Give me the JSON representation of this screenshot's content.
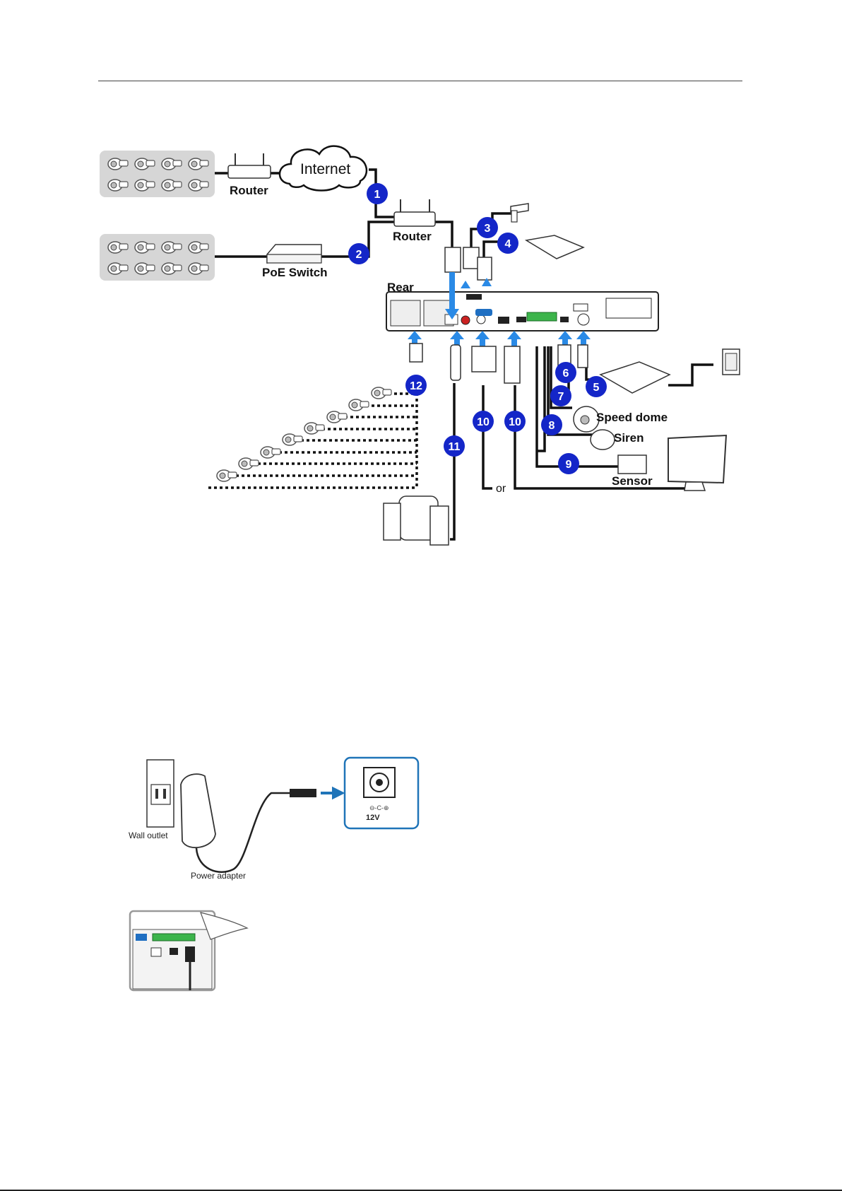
{
  "diagram": {
    "internet": "Internet",
    "router_remote": "Router",
    "router_local": "Router",
    "poe_switch": "PoE Switch",
    "rear": "Rear",
    "speed_dome": "Speed dome",
    "siren": "Siren",
    "sensor": "Sensor",
    "or": "or",
    "badges": [
      "1",
      "2",
      "3",
      "4",
      "5",
      "6",
      "7",
      "8",
      "9",
      "10",
      "10",
      "11",
      "12"
    ]
  },
  "power": {
    "wall_outlet": "Wall outlet",
    "power_adapter": "Power adapter",
    "voltage": "12V"
  },
  "colors": {
    "badge": "#1426c8",
    "arrow": "#2a8ae6",
    "panel_blue": "#1f74b8",
    "terminal_green": "#3cb44b"
  }
}
